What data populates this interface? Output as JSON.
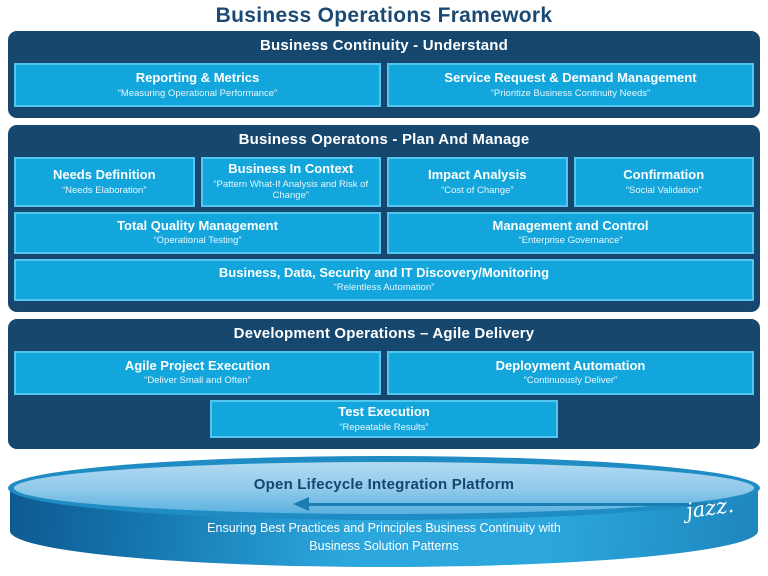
{
  "title": "Business Operations Framework",
  "sections": [
    {
      "header": "Business Continuity - Understand",
      "rows": [
        [
          {
            "title": "Reporting & Metrics",
            "subtitle": "“Measuring Operational Performance”"
          },
          {
            "title": "Service Request & Demand Management",
            "subtitle": "“Prioritize Business Continuity Needs”"
          }
        ]
      ]
    },
    {
      "header": "Business Operatons - Plan And Manage",
      "rows": [
        [
          {
            "title": "Needs Definition",
            "subtitle": "“Needs Elaboration”"
          },
          {
            "title": "Business In Context",
            "subtitle": "“Pattern What-If Analysis and Risk of Change”"
          },
          {
            "title": "Impact Analysis",
            "subtitle": "“Cost of Change”"
          },
          {
            "title": "Confirmation",
            "subtitle": "“Social Validation”"
          }
        ],
        [
          {
            "title": "Total Quality Management",
            "subtitle": "“Operational Testing”"
          },
          {
            "title": "Management and Control",
            "subtitle": "“Enterprise Governance”"
          }
        ],
        [
          {
            "title": "Business, Data, Security and IT Discovery/Monitoring",
            "subtitle": "“Relentless Automation”"
          }
        ]
      ]
    },
    {
      "header": "Development Operations – Agile Delivery",
      "rows": [
        [
          {
            "title": "Agile Project Execution",
            "subtitle": "“Deliver Small and Often”"
          },
          {
            "title": "Deployment Automation",
            "subtitle": "“Continuously Deliver”"
          }
        ],
        [
          {
            "title": "Test Execution",
            "subtitle": "“Repeatable Results”"
          }
        ]
      ]
    }
  ],
  "platform": {
    "title": "Open Lifecycle Integration Platform",
    "caption_line1": "Ensuring Best Practices and Principles Business Continuity with",
    "caption_line2": "Business Solution Patterns",
    "logo": "jazz."
  },
  "colors": {
    "title_navy": "#1A4A74",
    "panel_navy": "#16476F",
    "box_blue": "#12A6DC",
    "box_border": "#53C5EE",
    "platform_rim": "#1F8CC4",
    "platform_body": "#2BA7DE",
    "platform_top_light": "#B2D9F1",
    "text_white": "#FFFFFF"
  }
}
